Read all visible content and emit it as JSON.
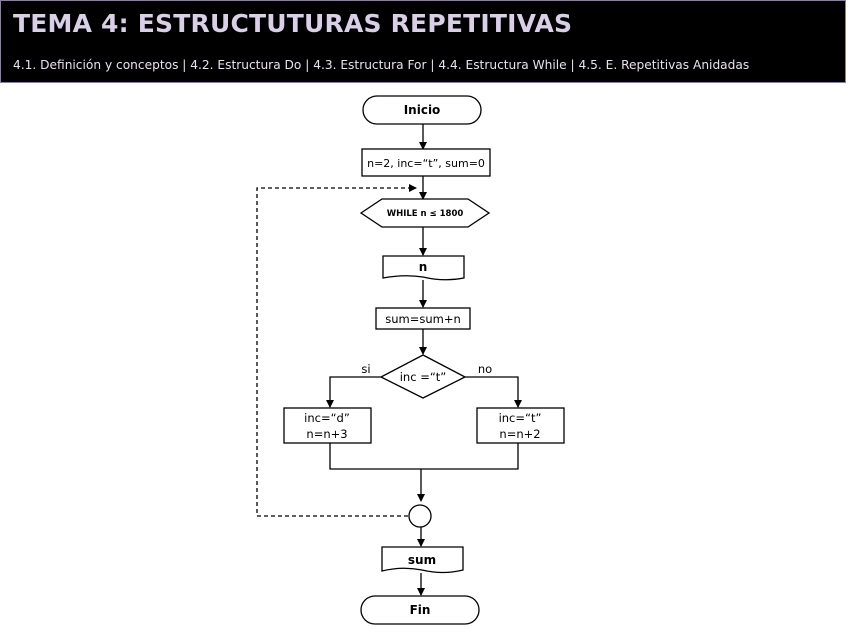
{
  "header": {
    "title": "TEMA 4: ESTRUCTUTURAS REPETITIVAS",
    "subtitle": "4.1. Definición y conceptos | 4.2. Estructura Do | 4.3. Estructura For | 4.4. Estructura While | 4.5. E. Repetitivas Anidadas"
  },
  "flowchart": {
    "start": "Inicio",
    "init": "n=2, inc=“t”, sum=0",
    "loop": "WHILE n ≤ 1800",
    "output_n": "n",
    "process": "sum=sum+n",
    "decision": "inc =“t”",
    "branch_yes": "si",
    "branch_no": "no",
    "yes_line1": "inc=“d”",
    "yes_line2": "n=n+3",
    "no_line1": "inc=“t”",
    "no_line2": "n=n+2",
    "output_sum": "sum",
    "end": "Fin"
  }
}
